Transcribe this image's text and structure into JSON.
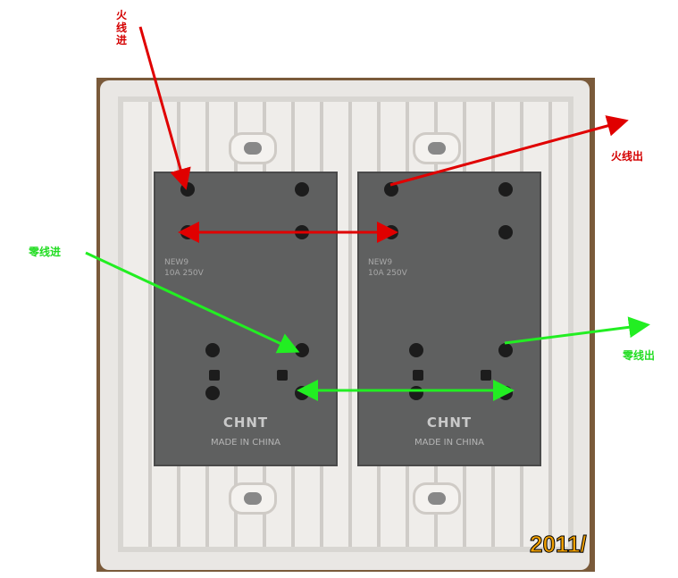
{
  "labels": {
    "live_in": "火线进",
    "live_out": "火线出",
    "neutral_in": "零线进",
    "neutral_out": "零线出"
  },
  "modules": [
    {
      "brand": "CHNT",
      "made": "MADE IN CHINA",
      "spec1": "NEW9",
      "spec2": "10A 250V"
    },
    {
      "brand": "CHNT",
      "made": "MADE IN CHINA",
      "spec1": "NEW9",
      "spec2": "10A 250V"
    }
  ],
  "date_stamp": "2011/",
  "colors": {
    "live": "#e00000",
    "neutral": "#22ee22"
  }
}
